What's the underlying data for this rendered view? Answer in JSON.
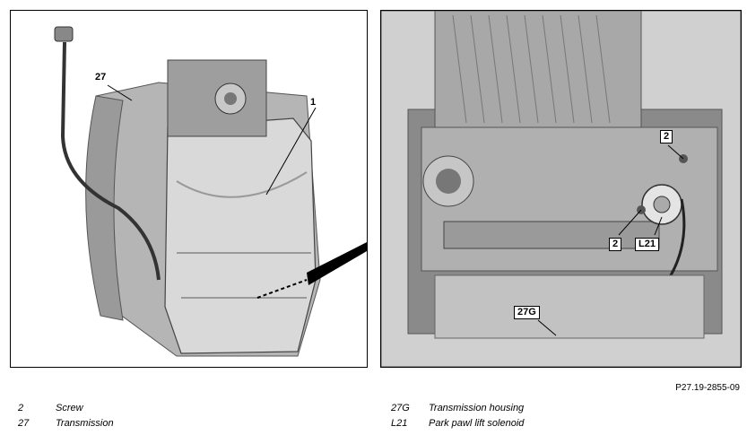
{
  "callouts": {
    "left_27": "27",
    "left_1": "1",
    "right_2_top": "2",
    "right_2_bottom": "2",
    "right_L21": "L21",
    "right_27G": "27G"
  },
  "reference_code": "P27.19-2855-09",
  "legend": {
    "left": [
      {
        "key": "2",
        "label": "Screw"
      },
      {
        "key": "27",
        "label": "Transmission"
      }
    ],
    "right": [
      {
        "key": "27G",
        "label": "Transmission housing"
      },
      {
        "key": "L21",
        "label": "Park pawl lift solenoid"
      }
    ]
  },
  "colors": {
    "metal_light": "#d9d9d9",
    "metal_mid": "#b5b5b5",
    "metal_dark": "#6e6e6e",
    "background_gray": "#8a8a8a",
    "outline": "#000000"
  }
}
